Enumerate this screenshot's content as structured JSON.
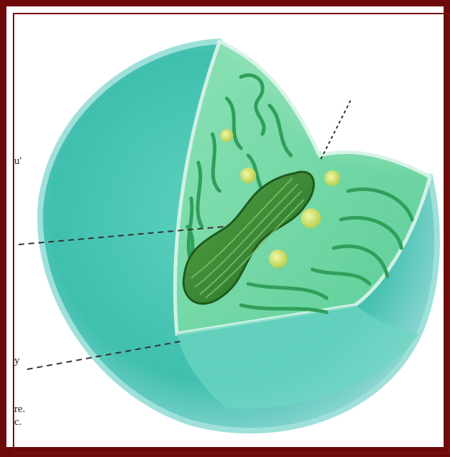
{
  "label_fragments": [
    "u'",
    "y",
    "re.",
    "c."
  ],
  "colors": {
    "frame": "#6e0a0a",
    "membrane_outer": "#8fd7d2",
    "stroma": "#7fd9a6",
    "cytoplasm": "#4fc9b0",
    "thylakoid": "#2f9f5a",
    "nucleus": "#3a8f2e",
    "vesicle": "#d6e66a"
  },
  "icons": [
    "leader-line",
    "cell-cutaway-illustration"
  ]
}
